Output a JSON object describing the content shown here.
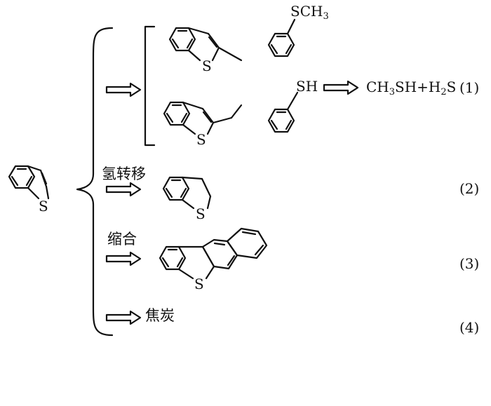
{
  "atoms": {
    "sulfur": "S",
    "sch3_s": "SCH",
    "sch3_sub": "3",
    "sh": "SH"
  },
  "products": {
    "p1_a": "CH",
    "p1_sub1": "3",
    "p1_b": "SH+H",
    "p1_sub2": "2",
    "p1_c": "S"
  },
  "labels": {
    "hydrogen_transfer": "氢转移",
    "condensation": "缩合",
    "coke": "焦炭"
  },
  "pathway_numbers": [
    "(1)",
    "(2)",
    "(3)",
    "(4)"
  ]
}
